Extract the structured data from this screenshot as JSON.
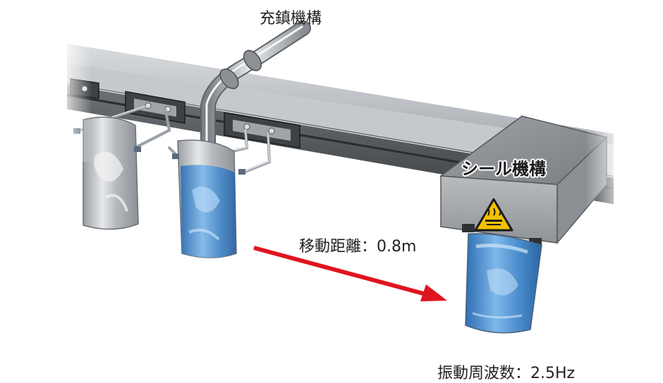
{
  "labels": {
    "filling_mechanism": "充鎮機構",
    "seal_mechanism": "シール機構",
    "travel_distance": "移動距離：0.8m",
    "vibration_frequency": "振動周波数：2.5Hz"
  },
  "colors": {
    "arrow": "#e0141e",
    "rail": "#b8bcc0",
    "liquid": "#5a9ad6",
    "warning": "#f2c200"
  },
  "icons": [
    "hot-surface-warning-icon"
  ]
}
